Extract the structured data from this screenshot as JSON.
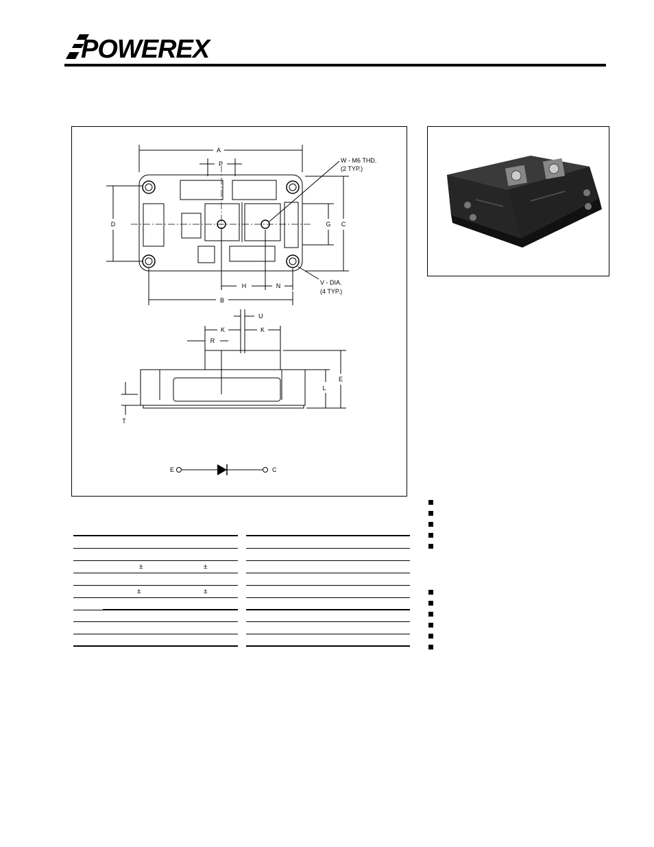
{
  "header": {
    "logo_text": "POWEREX"
  },
  "outline": {
    "plan_view": {
      "dim_A": "A",
      "dim_P": "P",
      "dim_D": "D",
      "dim_G": "G",
      "dim_C": "C",
      "dim_H": "H",
      "dim_N": "N",
      "dim_B": "B",
      "thread_note_1": "W - M6 THD.",
      "thread_note_2": "(2 TYP.)",
      "hole_note_1": "V - DIA.",
      "hole_note_2": "(4 TYP.)"
    },
    "side_view": {
      "dim_U": "U",
      "dim_K_left": "K",
      "dim_K_right": "K",
      "dim_R": "R",
      "dim_E": "E",
      "dim_L": "L",
      "dim_T": "T"
    },
    "schematic": {
      "terminal_left": "E",
      "terminal_right": "C"
    }
  },
  "dimension_table": {
    "pm_symbol": "±"
  },
  "colors": {
    "ink": "#000000",
    "paper": "#ffffff",
    "module_body": "#1c1c1c",
    "photo_bg": "#ffffff"
  }
}
